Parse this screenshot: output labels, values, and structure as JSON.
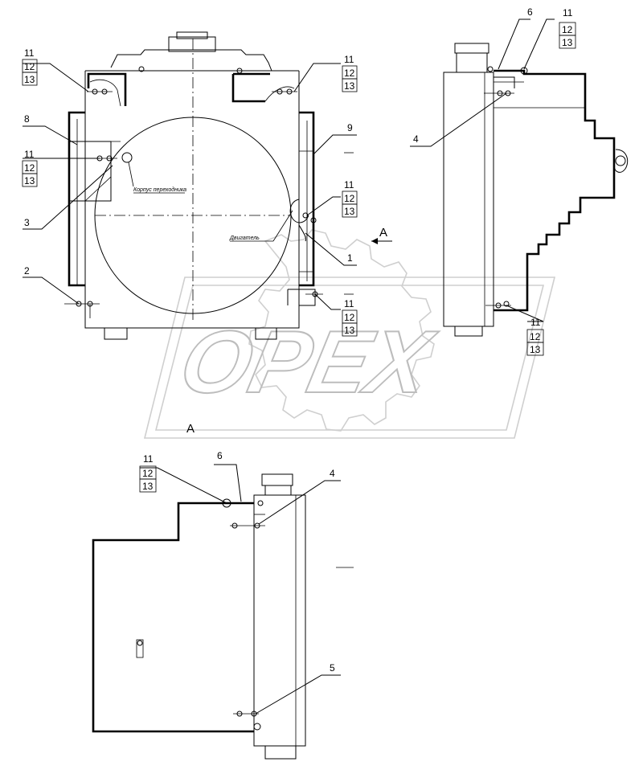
{
  "watermark": {
    "text": "OPEX"
  },
  "notes": {
    "housing": "Корпус переходника",
    "engine": "Двигатель"
  },
  "view_label": "A",
  "view_arrow_label": "A",
  "callouts": {
    "c11": "11",
    "c12": "12",
    "c13": "13",
    "c1": "1",
    "c2": "2",
    "c3": "3",
    "c4": "4",
    "c5": "5",
    "c6": "6",
    "c8": "8",
    "c9": "9"
  },
  "colors": {
    "line": "#000000",
    "watermark": "#c8c8c8"
  }
}
